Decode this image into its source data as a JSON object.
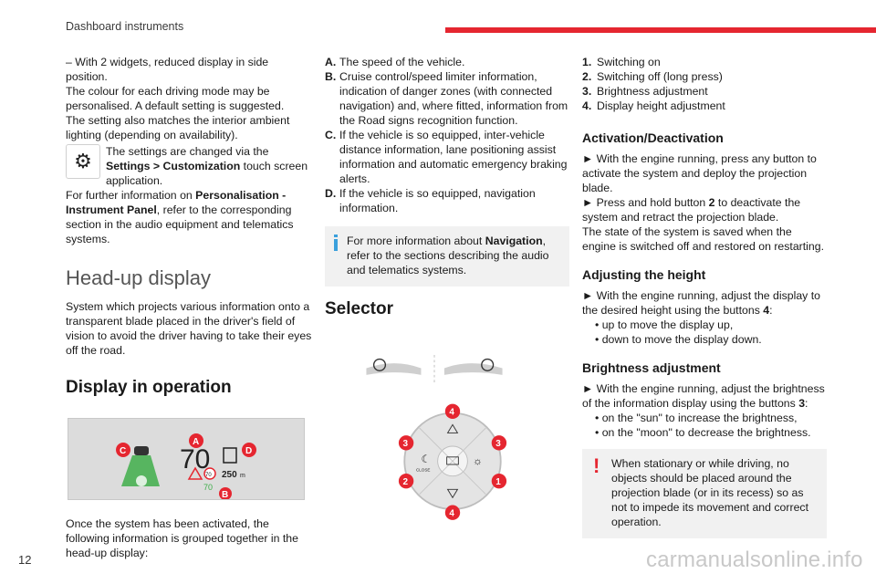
{
  "header": {
    "title": "Dashboard instruments",
    "page_number": "12"
  },
  "watermark": "carmanualsonline.info",
  "col1": {
    "p1": "– With 2 widgets, reduced display in side position.",
    "p2": "The colour for each driving mode may be personalised. A default setting is suggested.",
    "p3": "The setting also matches the interior ambient lighting (depending on availability).",
    "settings_pre": "The settings are changed via the",
    "settings_bold": "Settings > Customization",
    "settings_post": " touch screen application.",
    "info_pre": "For further information on ",
    "info_bold": "Personalisation - Instrument Panel",
    "info_post": ", refer to the corresponding section in the audio equipment and telematics systems.",
    "section_title": "Head-up display",
    "section_text": "System which projects various information onto a transparent blade placed in the driver's field of vision to avoid the driver having to take their eyes off the road.",
    "display_title": "Display in operation",
    "hud": {
      "speed": "70",
      "distance": "250",
      "distance_unit": "m",
      "limit": "70",
      "speed_small": "70",
      "labels": [
        "A",
        "B",
        "C",
        "D"
      ]
    },
    "after_text": "Once the system has been activated, the following information is grouped together in the head-up display:"
  },
  "col2": {
    "items": [
      {
        "key": "A.",
        "text": "The speed of the vehicle."
      },
      {
        "key": "B.",
        "text": "Cruise control/speed limiter information, indication of danger zones (with connected navigation) and, where fitted, information from the Road signs recognition function."
      },
      {
        "key": "C.",
        "text": "If the vehicle is so equipped, inter-vehicle distance information, lane positioning assist information and automatic emergency braking alerts."
      },
      {
        "key": "D.",
        "text": "If the vehicle is so equipped, navigation information."
      }
    ],
    "note_pre": "For more information about ",
    "note_bold": "Navigation",
    "note_post": ", refer to the sections describing the audio and telematics systems.",
    "selector_title": "Selector",
    "selector": {
      "numbers": [
        "4",
        "3",
        "3",
        "2",
        "1",
        "4"
      ],
      "close": "CLOSE"
    }
  },
  "col3": {
    "items": [
      {
        "key": "1.",
        "text": "Switching on"
      },
      {
        "key": "2.",
        "text": "Switching off (long press)"
      },
      {
        "key": "3.",
        "text": "Brightness adjustment"
      },
      {
        "key": "4.",
        "text": "Display height adjustment"
      }
    ],
    "activation_title": "Activation/Deactivation",
    "act1": "► With the engine running, press any button to activate the system and deploy the projection blade.",
    "act2_pre": "► Press and hold button ",
    "act2_bold": "2",
    "act2_post": " to deactivate the system and retract the projection blade.",
    "act3": "The state of the system is saved when the engine is switched off and restored on restarting.",
    "height_title": "Adjusting the height",
    "height1_pre": "► With the engine running, adjust the display to the desired height using the buttons ",
    "height1_bold": "4",
    "height1_post": ":",
    "height_b1": "• up to move the display up,",
    "height_b2": "• down to move the display down.",
    "bright_title": "Brightness adjustment",
    "bright1_pre": "► With the engine running, adjust the brightness of the information display using the buttons ",
    "bright1_bold": "3",
    "bright1_post": ":",
    "bright_b1": "• on the \"sun\" to increase the brightness,",
    "bright_b2": "• on the \"moon\" to decrease the brightness.",
    "warning": "When stationary or while driving, no objects should be placed around the projection blade (or in its recess) so as not to impede its movement and correct operation."
  },
  "colors": {
    "accent_red": "#e52630",
    "info_blue": "#3aa0dc",
    "hud_green": "#3fae4a",
    "label_red": "#e52630"
  }
}
